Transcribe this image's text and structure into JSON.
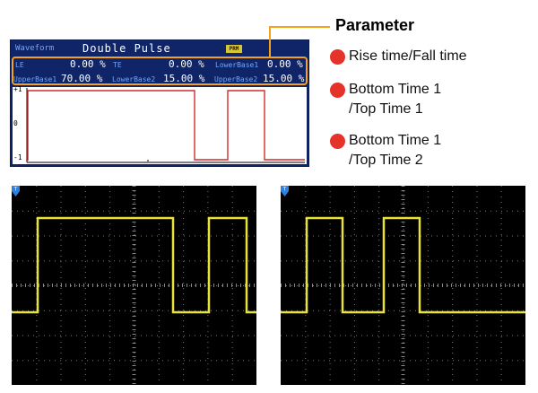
{
  "panel": {
    "waveform_label": "Waveform",
    "waveform_name": "Double Pulse",
    "badge": "PRM",
    "row1": [
      {
        "name": "LE",
        "value": "0.00 %"
      },
      {
        "name": "TE",
        "value": "0.00 %"
      },
      {
        "name": "LowerBase1",
        "value": "0.00 %"
      }
    ],
    "row2": [
      {
        "name": "UpperBase1",
        "value": "70.00 %"
      },
      {
        "name": "LowerBase2",
        "value": "15.00 %"
      },
      {
        "name": "UpperBase2",
        "value": "15.00 %"
      }
    ],
    "y_labels": {
      "top": "+1",
      "mid": "0",
      "bottom": "-1"
    }
  },
  "annotation": {
    "title": "Parameter",
    "items": [
      {
        "line1": "Rise time/Fall time",
        "line2": ""
      },
      {
        "line1": "Bottom Time 1",
        "line2": "/Top Time 1"
      },
      {
        "line1": "Bottom Time 1",
        "line2": "/Top Time 2"
      }
    ]
  },
  "colors": {
    "panel_bg": "#102468",
    "label_blue": "#6fa8ff",
    "highlight": "#f5a11a",
    "bullet": "#e5332a",
    "waveform_red": "#d42a2a",
    "trace_yellow": "#e8e23a"
  },
  "icons": {
    "trigger": "trigger-marker-icon",
    "bullet": "red-dot-icon"
  }
}
